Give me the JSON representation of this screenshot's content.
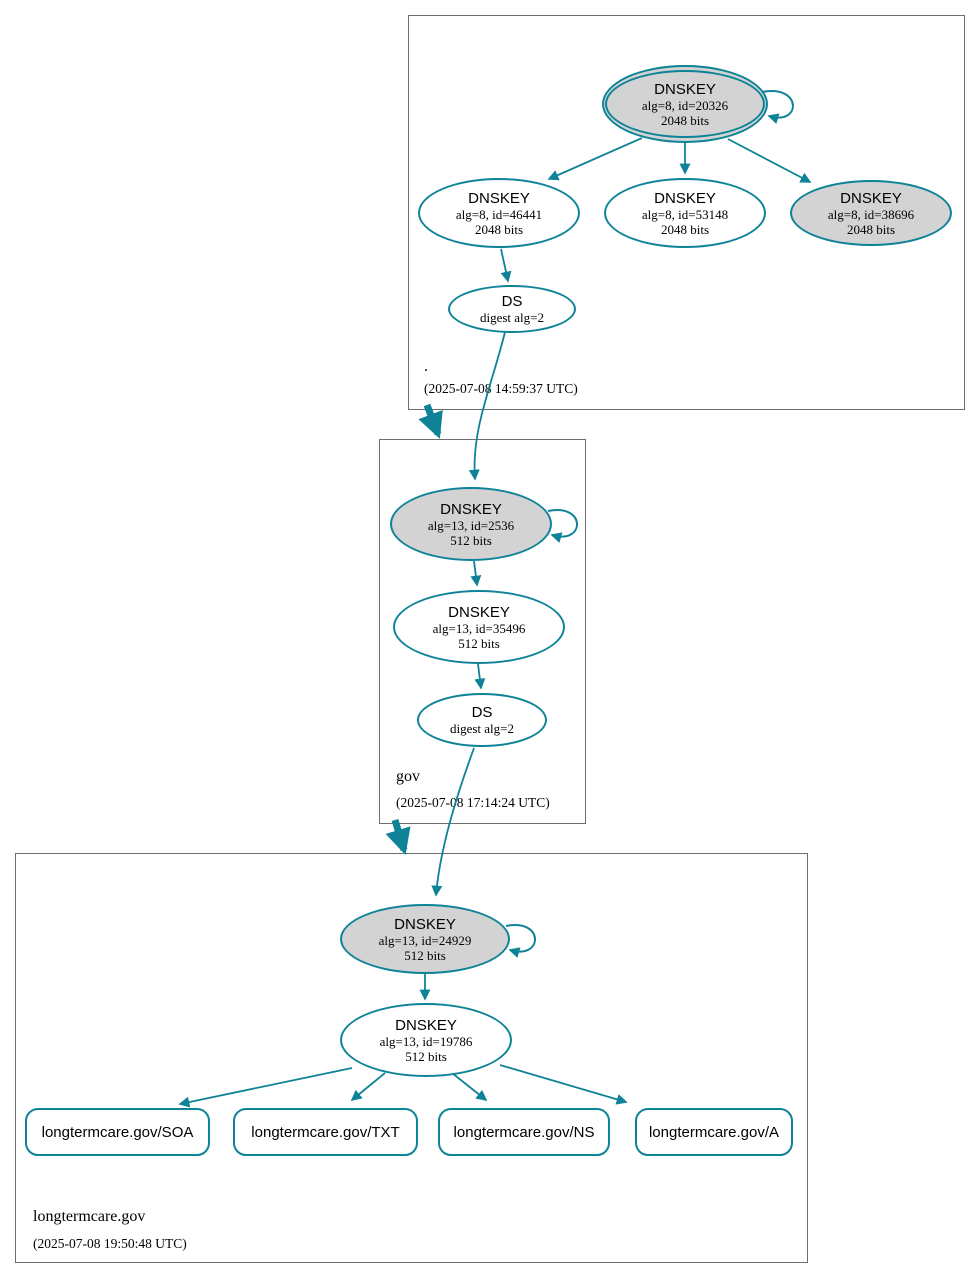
{
  "colors": {
    "accent_teal": "#0e8398",
    "ksk_fill": "#d3d3d3",
    "node_fill": "#ffffff",
    "box_border": "#6e6e6e"
  },
  "zones": {
    "root": {
      "label": ".",
      "timestamp": "(2025-07-08 14:59:37 UTC)",
      "nodes": {
        "ksk": {
          "title": "DNSKEY",
          "detail1": "alg=8, id=20326",
          "detail2": "2048 bits"
        },
        "zsk_46441": {
          "title": "DNSKEY",
          "detail1": "alg=8, id=46441",
          "detail2": "2048 bits"
        },
        "zsk_53148": {
          "title": "DNSKEY",
          "detail1": "alg=8, id=53148",
          "detail2": "2048 bits"
        },
        "ksk_38696": {
          "title": "DNSKEY",
          "detail1": "alg=8, id=38696",
          "detail2": "2048 bits"
        },
        "ds": {
          "title": "DS",
          "detail1": "digest alg=2"
        }
      }
    },
    "gov": {
      "label": "gov",
      "timestamp": "(2025-07-08 17:14:24 UTC)",
      "nodes": {
        "ksk": {
          "title": "DNSKEY",
          "detail1": "alg=13, id=2536",
          "detail2": "512 bits"
        },
        "zsk": {
          "title": "DNSKEY",
          "detail1": "alg=13, id=35496",
          "detail2": "512 bits"
        },
        "ds": {
          "title": "DS",
          "detail1": "digest alg=2"
        }
      }
    },
    "longtermcare": {
      "label": "longtermcare.gov",
      "timestamp": "(2025-07-08 19:50:48 UTC)",
      "nodes": {
        "ksk": {
          "title": "DNSKEY",
          "detail1": "alg=13, id=24929",
          "detail2": "512 bits"
        },
        "zsk": {
          "title": "DNSKEY",
          "detail1": "alg=13, id=19786",
          "detail2": "512 bits"
        }
      },
      "rrsets": [
        {
          "label": "longtermcare.gov/SOA"
        },
        {
          "label": "longtermcare.gov/TXT"
        },
        {
          "label": "longtermcare.gov/NS"
        },
        {
          "label": "longtermcare.gov/A"
        }
      ]
    }
  }
}
